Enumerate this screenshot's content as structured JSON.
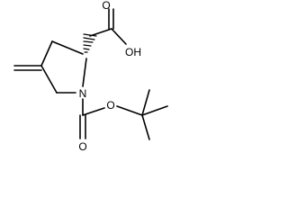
{
  "molecule": {
    "atoms": {
      "oh": "OH",
      "o_carbonyl_acid": "O",
      "n": "N",
      "o_carbonyl_boc": "O",
      "o_ester": "O"
    },
    "colors": {
      "bond": "#000000",
      "background": "#ffffff"
    }
  }
}
